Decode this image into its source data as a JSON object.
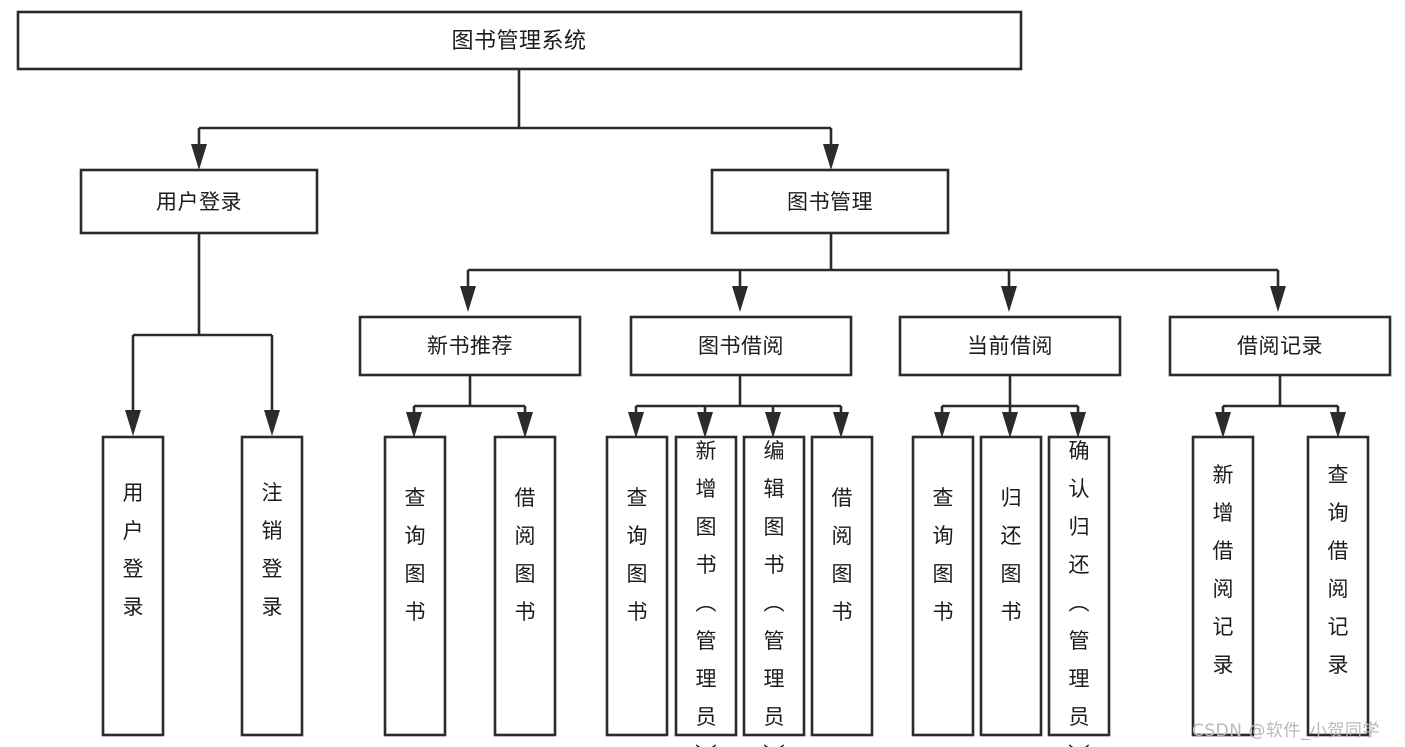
{
  "diagram": {
    "type": "tree-hierarchy",
    "title": "图书管理系统",
    "orientation": "top-down",
    "colors": {
      "box_stroke": "#2b2b2b",
      "box_fill": "#ffffff",
      "text": "#1c1c1c",
      "watermark": "#b9b9b9",
      "background": "#ffffff"
    },
    "root": {
      "label": "图书管理系统"
    },
    "level2": [
      {
        "label": "用户登录"
      },
      {
        "label": "图书管理"
      }
    ],
    "level3": [
      {
        "label": "新书推荐"
      },
      {
        "label": "图书借阅"
      },
      {
        "label": "当前借阅"
      },
      {
        "label": "借阅记录"
      }
    ],
    "leaves": {
      "user_login": [
        {
          "label": "用户登录"
        },
        {
          "label": "注销登录"
        }
      ],
      "new_book_recommend": [
        {
          "label": "查询图书"
        },
        {
          "label": "借阅图书"
        }
      ],
      "book_borrow": [
        {
          "label": "查询图书"
        },
        {
          "label": "新增图书（管理员）"
        },
        {
          "label": "编辑图书（管理员）"
        },
        {
          "label": "借阅图书"
        }
      ],
      "current_borrow": [
        {
          "label": "查询图书"
        },
        {
          "label": "归还图书"
        },
        {
          "label": "确认归还（管理员）"
        }
      ],
      "borrow_record": [
        {
          "label": "新增借阅记录"
        },
        {
          "label": "查询借阅记录"
        }
      ]
    }
  },
  "watermark": {
    "text": "CSDN @软件_小贺同学"
  }
}
